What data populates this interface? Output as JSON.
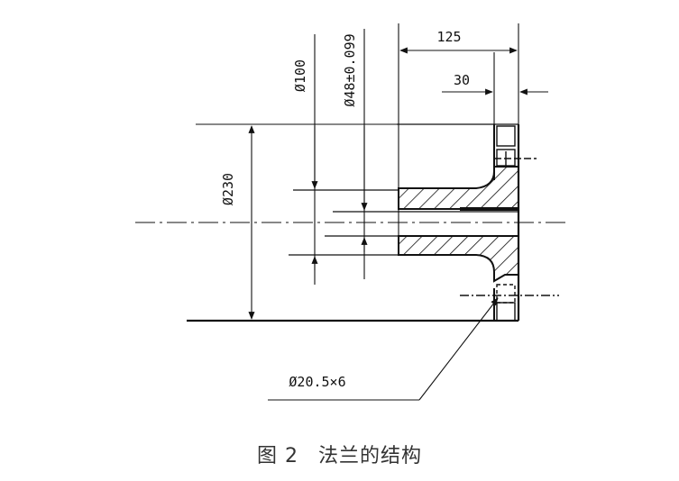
{
  "dimensions": {
    "length_total": "125",
    "flange_thickness": "30",
    "bore_diameter": "Ø100",
    "shaft_diameter": "Ø48±0.099",
    "outer_diameter": "Ø230",
    "bolt_holes": "Ø20.5×6"
  },
  "caption": {
    "figure_number": "图 2",
    "title": "法兰的结构"
  },
  "colors": {
    "line": "#111111",
    "caption_text": "#333333",
    "background": "#ffffff"
  }
}
